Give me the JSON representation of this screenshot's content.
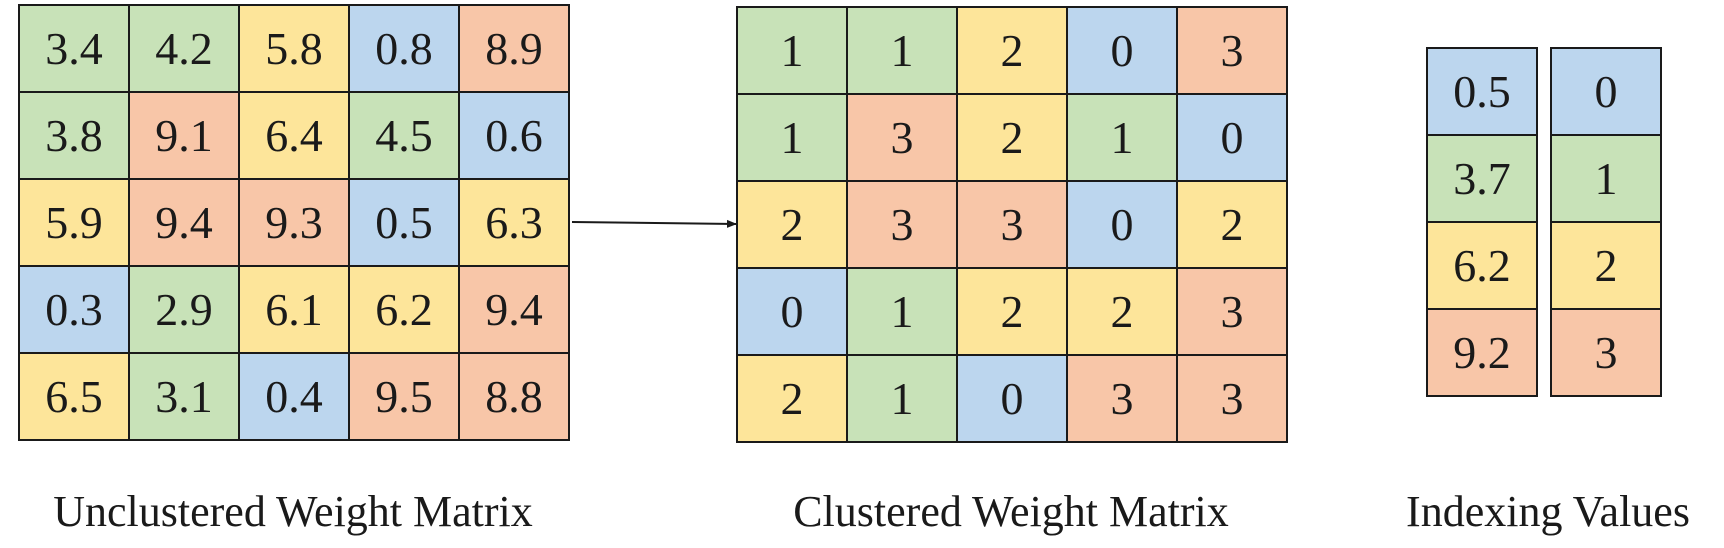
{
  "colors": {
    "green": "#c8e2b8",
    "yellow": "#fde59a",
    "blue": "#bcd6ee",
    "salmon": "#f8c6a8"
  },
  "unclustered": {
    "caption": "Unclustered Weight Matrix",
    "rows": [
      [
        {
          "v": "3.4",
          "c": "green"
        },
        {
          "v": "4.2",
          "c": "green"
        },
        {
          "v": "5.8",
          "c": "yellow"
        },
        {
          "v": "0.8",
          "c": "blue"
        },
        {
          "v": "8.9",
          "c": "salmon"
        }
      ],
      [
        {
          "v": "3.8",
          "c": "green"
        },
        {
          "v": "9.1",
          "c": "salmon"
        },
        {
          "v": "6.4",
          "c": "yellow"
        },
        {
          "v": "4.5",
          "c": "green"
        },
        {
          "v": "0.6",
          "c": "blue"
        }
      ],
      [
        {
          "v": "5.9",
          "c": "yellow"
        },
        {
          "v": "9.4",
          "c": "salmon"
        },
        {
          "v": "9.3",
          "c": "salmon"
        },
        {
          "v": "0.5",
          "c": "blue"
        },
        {
          "v": "6.3",
          "c": "yellow"
        }
      ],
      [
        {
          "v": "0.3",
          "c": "blue"
        },
        {
          "v": "2.9",
          "c": "green"
        },
        {
          "v": "6.1",
          "c": "yellow"
        },
        {
          "v": "6.2",
          "c": "yellow"
        },
        {
          "v": "9.4",
          "c": "salmon"
        }
      ],
      [
        {
          "v": "6.5",
          "c": "yellow"
        },
        {
          "v": "3.1",
          "c": "green"
        },
        {
          "v": "0.4",
          "c": "blue"
        },
        {
          "v": "9.5",
          "c": "salmon"
        },
        {
          "v": "8.8",
          "c": "salmon"
        }
      ]
    ]
  },
  "clustered": {
    "caption": "Clustered Weight Matrix",
    "rows": [
      [
        {
          "v": "1",
          "c": "green"
        },
        {
          "v": "1",
          "c": "green"
        },
        {
          "v": "2",
          "c": "yellow"
        },
        {
          "v": "0",
          "c": "blue"
        },
        {
          "v": "3",
          "c": "salmon"
        }
      ],
      [
        {
          "v": "1",
          "c": "green"
        },
        {
          "v": "3",
          "c": "salmon"
        },
        {
          "v": "2",
          "c": "yellow"
        },
        {
          "v": "1",
          "c": "green"
        },
        {
          "v": "0",
          "c": "blue"
        }
      ],
      [
        {
          "v": "2",
          "c": "yellow"
        },
        {
          "v": "3",
          "c": "salmon"
        },
        {
          "v": "3",
          "c": "salmon"
        },
        {
          "v": "0",
          "c": "blue"
        },
        {
          "v": "2",
          "c": "yellow"
        }
      ],
      [
        {
          "v": "0",
          "c": "blue"
        },
        {
          "v": "1",
          "c": "green"
        },
        {
          "v": "2",
          "c": "yellow"
        },
        {
          "v": "2",
          "c": "yellow"
        },
        {
          "v": "3",
          "c": "salmon"
        }
      ],
      [
        {
          "v": "2",
          "c": "yellow"
        },
        {
          "v": "1",
          "c": "green"
        },
        {
          "v": "0",
          "c": "blue"
        },
        {
          "v": "3",
          "c": "salmon"
        },
        {
          "v": "3",
          "c": "salmon"
        }
      ]
    ]
  },
  "indexing": {
    "caption": "Indexing Values",
    "centroids": [
      {
        "v": "0.5",
        "c": "blue"
      },
      {
        "v": "3.7",
        "c": "green"
      },
      {
        "v": "6.2",
        "c": "yellow"
      },
      {
        "v": "9.2",
        "c": "salmon"
      }
    ],
    "indices": [
      {
        "v": "0",
        "c": "blue"
      },
      {
        "v": "1",
        "c": "green"
      },
      {
        "v": "2",
        "c": "yellow"
      },
      {
        "v": "3",
        "c": "salmon"
      }
    ]
  }
}
